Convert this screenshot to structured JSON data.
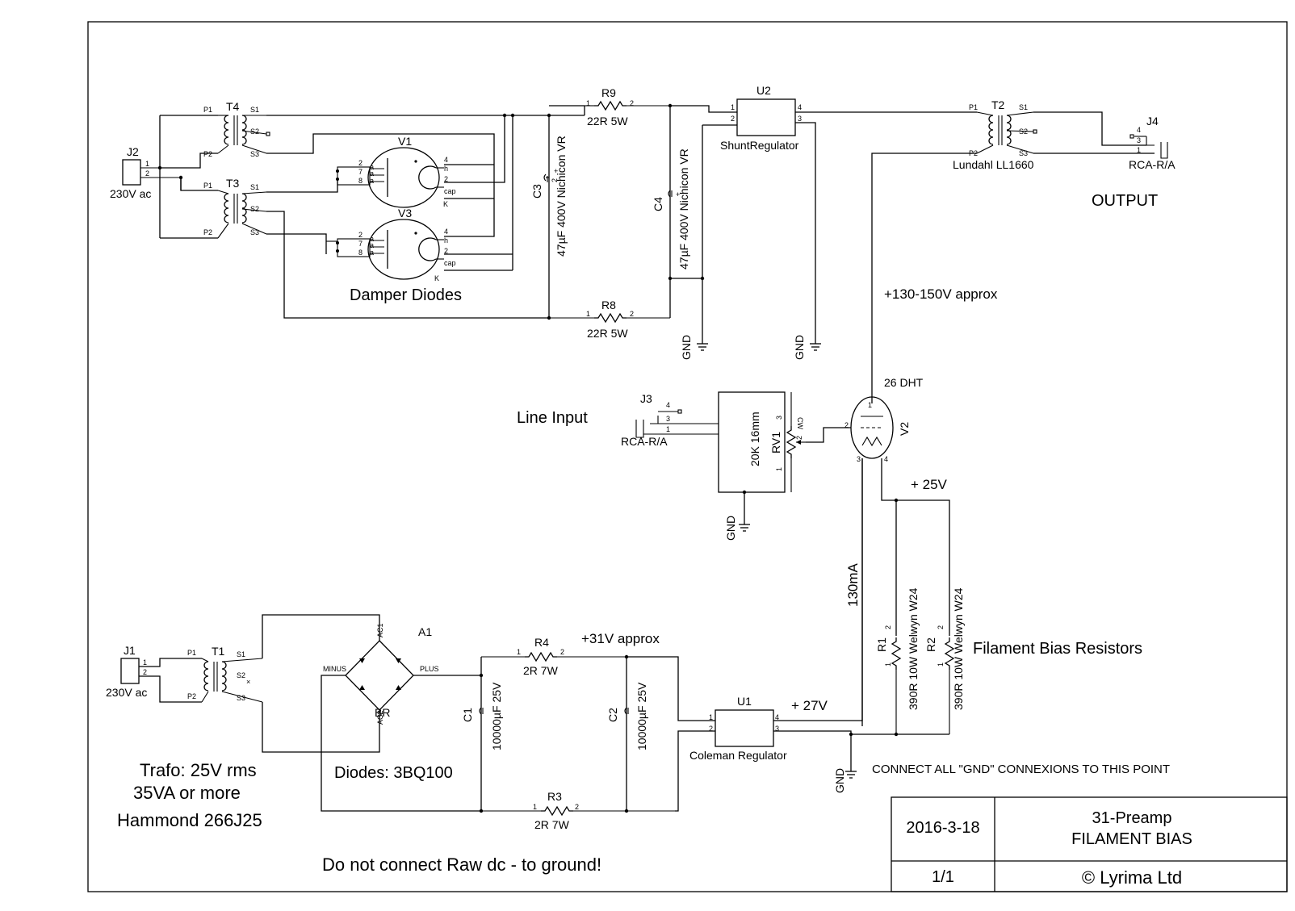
{
  "title_block": {
    "date": "2016-3-18",
    "project": "31-Preamp",
    "sheet_title": "FILAMENT BIAS",
    "sheet": "1/1",
    "company": "© Lyrima Ltd"
  },
  "notes": {
    "trafo_line1": "Trafo: 25V rms",
    "trafo_line2": "35VA or more",
    "trafo_line3": "Hammond  266J25",
    "diodes": "Diodes: 3BQ100",
    "raw_dc": "Do not connect Raw dc - to ground!",
    "gnd_note": "CONNECT ALL \"GND\" CONNEXIONS TO THIS POINT",
    "damper": "Damper Diodes",
    "output": "OUTPUT",
    "line_input": "Line Input",
    "filament_bias": "Filament Bias Resistors",
    "hv": "+130-150V approx",
    "v31": "+31V approx",
    "v27": "+ 27V",
    "v25": "+ 25V",
    "ma130": "130mA"
  },
  "components": {
    "j2": {
      "ref": "J2",
      "value": "230V ac"
    },
    "j1": {
      "ref": "J1",
      "value": "230V ac"
    },
    "j3": {
      "ref": "J3",
      "value": "RCA-R/A"
    },
    "j4": {
      "ref": "J4",
      "value": "RCA-R/A"
    },
    "t4": {
      "ref": "T4"
    },
    "t3": {
      "ref": "T3"
    },
    "t1": {
      "ref": "T1"
    },
    "t2": {
      "ref": "T2",
      "value": "Lundahl LL1660"
    },
    "v1": {
      "ref": "V1"
    },
    "v3": {
      "ref": "V3"
    },
    "v2": {
      "ref": "V2",
      "value": "26 DHT"
    },
    "c3": {
      "ref": "C3",
      "value": "47µF 400V Nichicon VR"
    },
    "c4": {
      "ref": "C4",
      "value": "47µF 400V Nichicon VR"
    },
    "r9": {
      "ref": "R9",
      "value": "22R 5W"
    },
    "r8": {
      "ref": "R8",
      "value": "22R 5W"
    },
    "u2": {
      "ref": "U2",
      "value": "ShuntRegulator"
    },
    "u1": {
      "ref": "U1",
      "value": "Coleman Regulator"
    },
    "rv1": {
      "ref": "RV1",
      "value": "20K 16mm"
    },
    "a1": {
      "ref": "A1",
      "value": "BR"
    },
    "r4": {
      "ref": "R4",
      "value": "2R 7W"
    },
    "r3": {
      "ref": "R3",
      "value": "2R 7W"
    },
    "c1": {
      "ref": "C1",
      "value": "10000µF 25V"
    },
    "c2": {
      "ref": "C2",
      "value": "10000µF 25V"
    },
    "r1": {
      "ref": "R1",
      "value": "390R 10W Welwyn W24"
    },
    "r2": {
      "ref": "R2",
      "value": "390R 10W Welwyn W24"
    }
  },
  "pin_labels": {
    "p1": "P1",
    "p2": "P2",
    "s1": "S1",
    "s2": "S2",
    "s3": "S3",
    "n1": "1",
    "n2": "2",
    "n3": "3",
    "n4": "4",
    "n7": "7",
    "n8": "8",
    "a": "a",
    "h": "h",
    "k": "K",
    "cap": "cap",
    "plus": "+",
    "minus_pin": "MINUS",
    "plus_pin": "PLUS",
    "ac1": "AC1",
    "ac2": "AC2",
    "cw": "CW",
    "gnd": "GND"
  }
}
